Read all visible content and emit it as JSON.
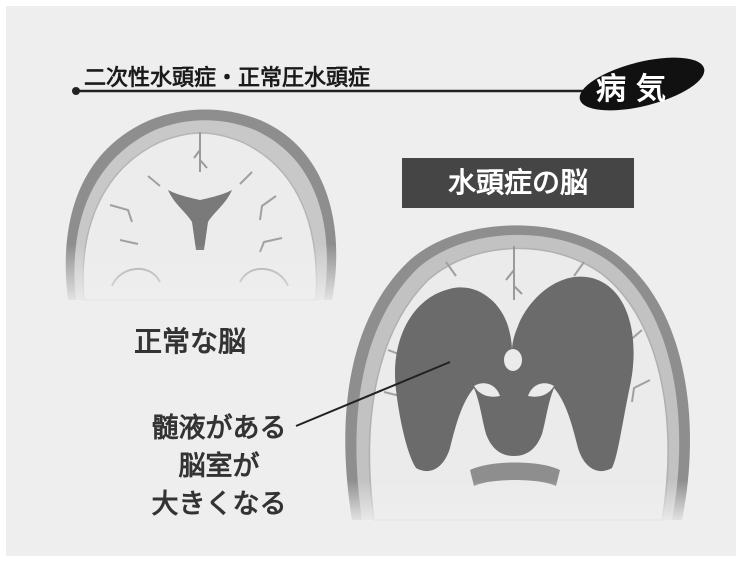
{
  "header": {
    "title": "二次性水頭症・正常圧水頭症",
    "badge_text": "病気"
  },
  "normal_brain": {
    "caption": "正常な脳"
  },
  "hydrocephalus_brain": {
    "label": "水頭症の脳"
  },
  "callout": {
    "lines": [
      "髄液がある",
      "脳室が",
      "大きくなる"
    ]
  },
  "colors": {
    "background": "#eeeeee",
    "skull_dark": "#8e8e8e",
    "brain_fill": "#e9e9e9",
    "ventricle_dark": "#6b6b6b",
    "label_box": "#454545",
    "badge": "#111111"
  }
}
